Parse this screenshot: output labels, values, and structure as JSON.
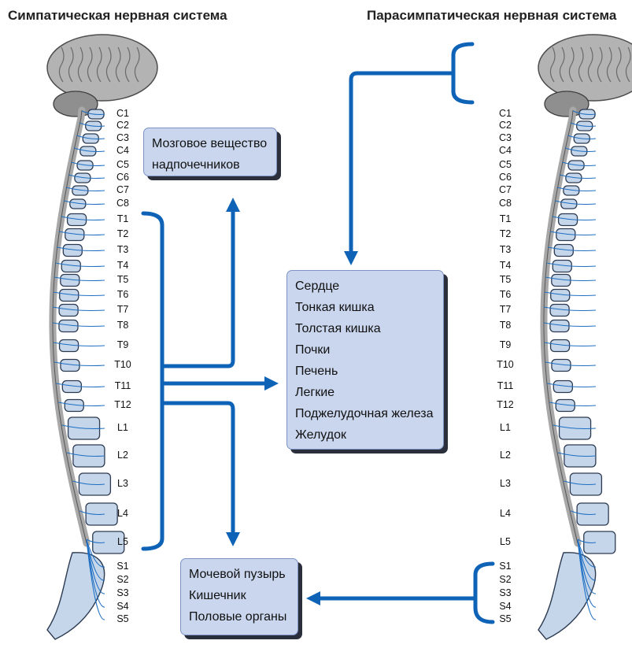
{
  "titles": {
    "sympathetic": "Симпатическая нервная система",
    "parasympathetic": "Парасимпатическая нервная система"
  },
  "boxes": {
    "adrenal": [
      "Мозговое вещество",
      "надпочечников"
    ],
    "organs": [
      "Сердце",
      "Тонкая кишка",
      "Толстая кишка",
      "Почки",
      "Печень",
      "Легкие",
      "Поджелудочная железа",
      "Желудок"
    ],
    "pelvic": [
      "Мочевой пузырь",
      "Кишечник",
      "Половые органы"
    ]
  },
  "vertebrae": [
    {
      "label": "C1",
      "group": "cervical"
    },
    {
      "label": "C2",
      "group": "cervical"
    },
    {
      "label": "C3",
      "group": "cervical"
    },
    {
      "label": "C4",
      "group": "cervical"
    },
    {
      "label": "C5",
      "group": "cervical"
    },
    {
      "label": "C6",
      "group": "cervical"
    },
    {
      "label": "C7",
      "group": "cervical"
    },
    {
      "label": "C8",
      "group": "cervical"
    },
    {
      "label": "T1",
      "group": "thoracic"
    },
    {
      "label": "T2",
      "group": "thoracic"
    },
    {
      "label": "T3",
      "group": "thoracic"
    },
    {
      "label": "T4",
      "group": "thoracic"
    },
    {
      "label": "T5",
      "group": "thoracic"
    },
    {
      "label": "T6",
      "group": "thoracic"
    },
    {
      "label": "T7",
      "group": "thoracic"
    },
    {
      "label": "T8",
      "group": "thoracic"
    },
    {
      "label": "T9",
      "group": "thoracic"
    },
    {
      "label": "T10",
      "group": "thoracic"
    },
    {
      "label": "T11",
      "group": "thoracic"
    },
    {
      "label": "T12",
      "group": "thoracic"
    },
    {
      "label": "L1",
      "group": "lumbar"
    },
    {
      "label": "L2",
      "group": "lumbar"
    },
    {
      "label": "L3",
      "group": "lumbar"
    },
    {
      "label": "L4",
      "group": "lumbar"
    },
    {
      "label": "L5",
      "group": "lumbar"
    },
    {
      "label": "S1",
      "group": "sacral"
    },
    {
      "label": "S2",
      "group": "sacral"
    },
    {
      "label": "S3",
      "group": "sacral"
    },
    {
      "label": "S4",
      "group": "sacral"
    },
    {
      "label": "S5",
      "group": "sacral"
    }
  ],
  "colors": {
    "arrow": "#0f63b7",
    "nerve": "#1f6fc2",
    "box_fill": "#c9d6ee",
    "bone": "#c5d6ea",
    "bone_edge": "#2d3b52",
    "cord": "#a8a8a8",
    "brain": "#b3b3b3"
  }
}
